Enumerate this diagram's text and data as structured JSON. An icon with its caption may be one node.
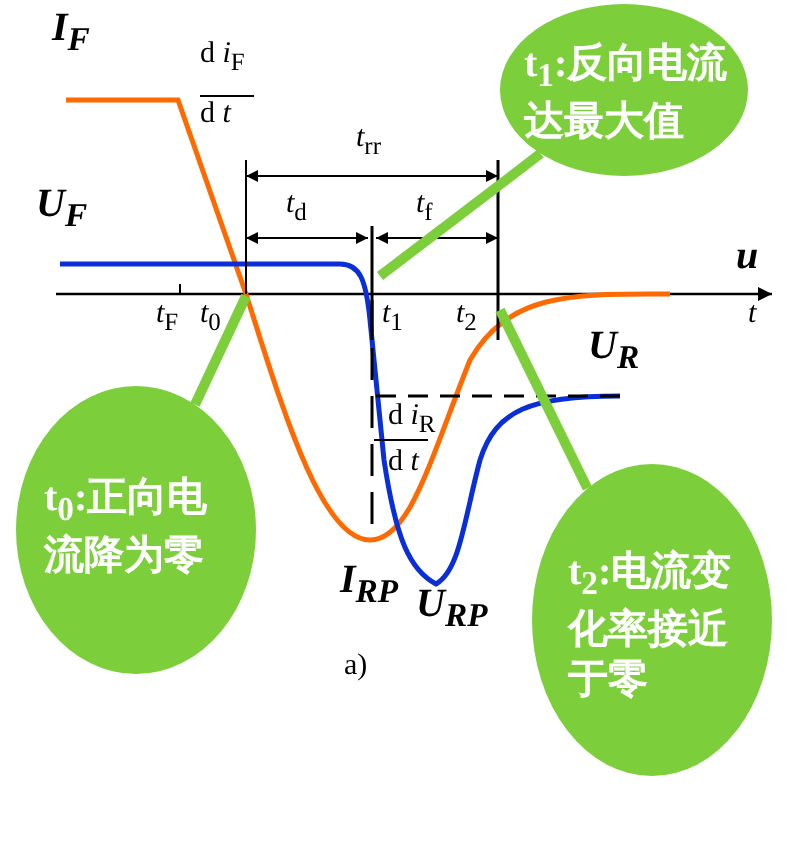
{
  "diagram": {
    "nodes": [
      {
        "text": [
          "t$_{1}$:反向电流达最大值"
        ]
      },
      {
        "text": [
          "t$_{0}$:正向电流降为零"
        ]
      },
      {
        "text": [
          "t$_{2}$:电流变化率接近于零"
        ]
      }
    ],
    "edges": [
      {
        "from": 0,
        "to": null,
        "arrow": "none"
      },
      {
        "from": 1,
        "to": null,
        "arrow": "none"
      },
      {
        "from": 2,
        "to": null,
        "arrow": "none"
      }
    ],
    "labels": [
      "I$_{F}$",
      "d *i*$_{F}$",
      "d *t*",
      "*t*$_{rr}$",
      "U$_{F}$",
      "*t*$_{d}$",
      "*t*$_{f}$",
      "u",
      "*t*",
      "*t*$_{F}$",
      "*t*$_{0}$",
      "*t*$_{1}$",
      "*t*$_{2}$",
      "U$_{R}$",
      "d *i*$_{R}$",
      "d *t*",
      "I$_{RP}$",
      "U$_{RP}$",
      "a)"
    ]
  }
}
